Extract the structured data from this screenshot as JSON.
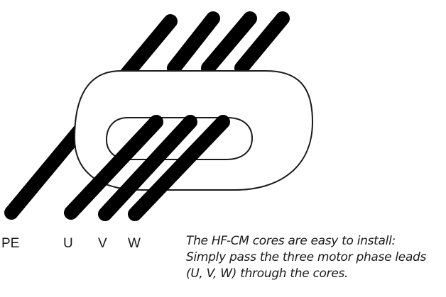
{
  "labels": {
    "pe": "PE",
    "u": "U",
    "v": "V",
    "w": "W"
  },
  "caption": {
    "line1": "The HF-CM cores are easy to install:",
    "line2": "Simply pass the three motor phase leads",
    "line3": "(U, V, W) through the cores."
  },
  "colors": {
    "lead": "#000000",
    "core_outline": "#1a1a1a",
    "background": "#ffffff",
    "text": "#1a1a1a"
  }
}
